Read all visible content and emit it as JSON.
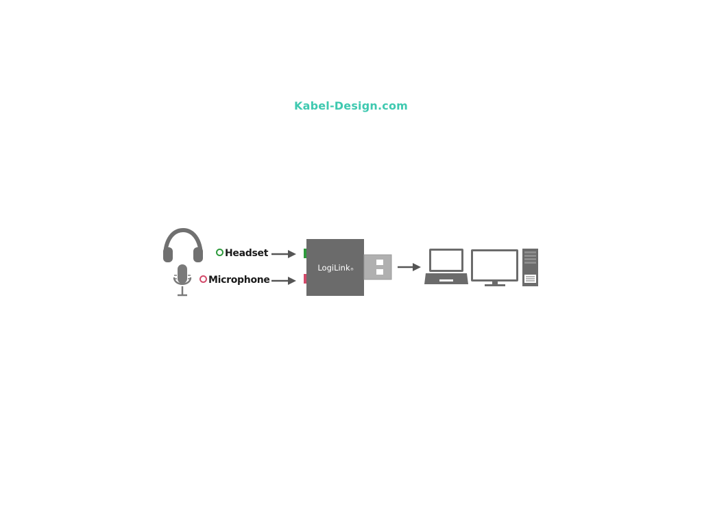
{
  "watermark": {
    "text": "Kabel-Design.com"
  },
  "inputs": {
    "headset": {
      "label": "Headset"
    },
    "microphone": {
      "label": "Microphone"
    }
  },
  "adapter": {
    "brand": "LogiLink",
    "registered_mark": "®"
  },
  "icons": {
    "headset": "headphones-icon",
    "microphone": "microphone-icon",
    "laptop": "laptop-icon",
    "desktop": "desktop-computer-icon"
  },
  "colors": {
    "watermark": "#3fc9b0",
    "headset_jack": "#2e9a3c",
    "microphone_jack": "#d24a6a",
    "device_gray": "#6b6b6b",
    "light_gray": "#8e8e8e",
    "arrow": "#555555"
  }
}
